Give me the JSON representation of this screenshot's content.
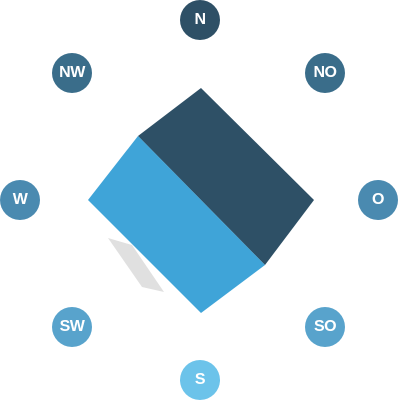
{
  "compass": {
    "directions": [
      {
        "key": "n",
        "label": "N",
        "color": "#2e5066"
      },
      {
        "key": "no",
        "label": "NO",
        "color": "#3a6d8a"
      },
      {
        "key": "o",
        "label": "O",
        "color": "#4a8ab0"
      },
      {
        "key": "so",
        "label": "SO",
        "color": "#58a3cc"
      },
      {
        "key": "s",
        "label": "S",
        "color": "#6cc3ea"
      },
      {
        "key": "sw",
        "label": "SW",
        "color": "#58a3cc"
      },
      {
        "key": "w",
        "label": "W",
        "color": "#4a8ab0"
      },
      {
        "key": "nw",
        "label": "NW",
        "color": "#3a6d8a"
      }
    ]
  },
  "cube": {
    "top_face_color": "#2e5066",
    "front_face_color": "#3fa4d8",
    "shadow_color": "#e0e0e0"
  }
}
